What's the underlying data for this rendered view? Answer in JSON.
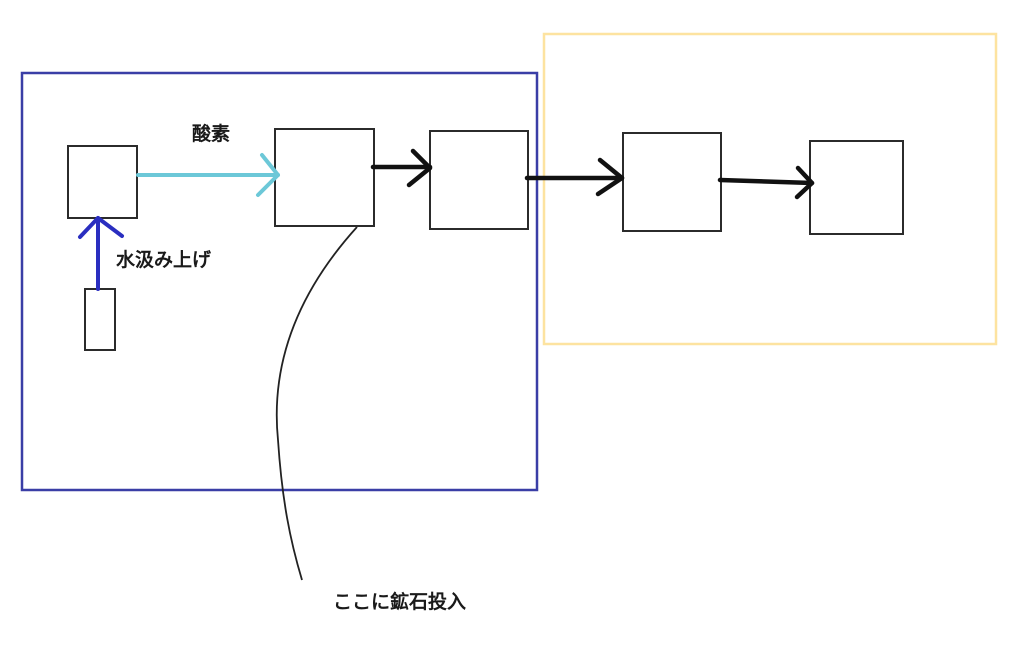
{
  "diagram": {
    "colors": {
      "group_left_border": "#3a3ea6",
      "group_right_border": "#fde3a0",
      "oxygen_arrow": "#6cc8d8",
      "pump_arrow": "#2a2ec0",
      "flow_arrow": "#111111",
      "box_border": "#2b2b2b"
    },
    "groups": [
      {
        "id": "left-group",
        "color_key": "group_left_border"
      },
      {
        "id": "right-group",
        "color_key": "group_right_border"
      }
    ],
    "nodes": [
      {
        "id": "source-tank",
        "label": ""
      },
      {
        "id": "water-box",
        "label": ""
      },
      {
        "id": "reactor",
        "label": ""
      },
      {
        "id": "stage-2",
        "label": ""
      },
      {
        "id": "stage-3",
        "label": ""
      },
      {
        "id": "stage-4",
        "label": ""
      }
    ],
    "labels": {
      "oxygen": "酸素",
      "water_pump": "水汲み上げ",
      "ore_input": "ここに鉱石投入"
    },
    "edges": [
      {
        "from": "source-tank",
        "to": "water-box",
        "label_key": "water_pump",
        "color_key": "pump_arrow"
      },
      {
        "from": "water-box",
        "to": "reactor",
        "label_key": "oxygen",
        "color_key": "oxygen_arrow"
      },
      {
        "from": "reactor",
        "to": "stage-2",
        "color_key": "flow_arrow"
      },
      {
        "from": "stage-2",
        "to": "stage-3",
        "color_key": "flow_arrow"
      },
      {
        "from": "stage-3",
        "to": "stage-4",
        "color_key": "flow_arrow"
      }
    ]
  }
}
